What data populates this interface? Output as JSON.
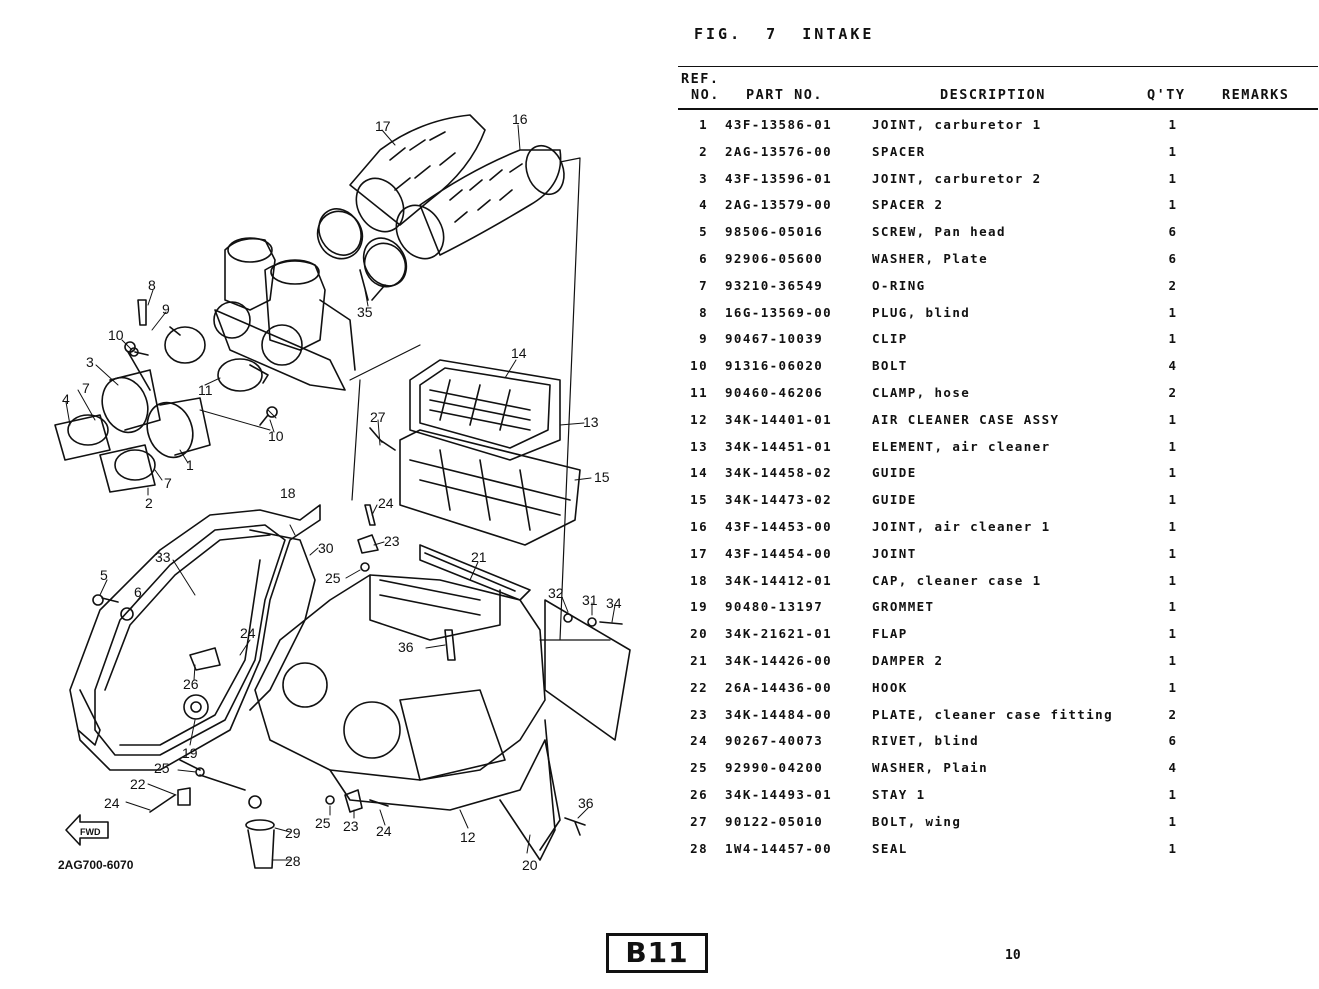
{
  "page": {
    "fig_title": "FIG.  7  INTAKE",
    "drawing_code": "2AG700-6070",
    "page_badge": "B11",
    "page_number": "10"
  },
  "table": {
    "headers": {
      "ref_line1": "REF.",
      "ref_line2": "NO.",
      "part_no": "PART NO.",
      "description": "DESCRIPTION",
      "qty": "Q'TY",
      "remarks": "REMARKS"
    },
    "rows": [
      {
        "ref": "1",
        "part": "43F-13586-01",
        "desc": "JOINT, carburetor 1",
        "qty": "1"
      },
      {
        "ref": "2",
        "part": "2AG-13576-00",
        "desc": "SPACER",
        "qty": "1"
      },
      {
        "ref": "3",
        "part": "43F-13596-01",
        "desc": "JOINT, carburetor 2",
        "qty": "1"
      },
      {
        "ref": "4",
        "part": "2AG-13579-00",
        "desc": "SPACER 2",
        "qty": "1"
      },
      {
        "ref": "5",
        "part": "98506-05016",
        "desc": "SCREW, Pan head",
        "qty": "6"
      },
      {
        "ref": "6",
        "part": "92906-05600",
        "desc": "WASHER, Plate",
        "qty": "6"
      },
      {
        "ref": "7",
        "part": "93210-36549",
        "desc": "O-RING",
        "qty": "2"
      },
      {
        "ref": "8",
        "part": "16G-13569-00",
        "desc": "PLUG, blind",
        "qty": "1"
      },
      {
        "ref": "9",
        "part": "90467-10039",
        "desc": "CLIP",
        "qty": "1"
      },
      {
        "ref": "10",
        "part": "91316-06020",
        "desc": "BOLT",
        "qty": "4"
      },
      {
        "ref": "11",
        "part": "90460-46206",
        "desc": "CLAMP, hose",
        "qty": "2"
      },
      {
        "ref": "12",
        "part": "34K-14401-01",
        "desc": "AIR CLEANER CASE ASSY",
        "qty": "1"
      },
      {
        "ref": "13",
        "part": "34K-14451-01",
        "desc": "ELEMENT, air cleaner",
        "qty": "1"
      },
      {
        "ref": "14",
        "part": "34K-14458-02",
        "desc": "GUIDE",
        "qty": "1"
      },
      {
        "ref": "15",
        "part": "34K-14473-02",
        "desc": "GUIDE",
        "qty": "1"
      },
      {
        "ref": "16",
        "part": "43F-14453-00",
        "desc": "JOINT, air cleaner 1",
        "qty": "1"
      },
      {
        "ref": "17",
        "part": "43F-14454-00",
        "desc": "JOINT",
        "qty": "1"
      },
      {
        "ref": "18",
        "part": "34K-14412-01",
        "desc": "CAP, cleaner case 1",
        "qty": "1"
      },
      {
        "ref": "19",
        "part": "90480-13197",
        "desc": "GROMMET",
        "qty": "1"
      },
      {
        "ref": "20",
        "part": "34K-21621-01",
        "desc": "FLAP",
        "qty": "1"
      },
      {
        "ref": "21",
        "part": "34K-14426-00",
        "desc": "DAMPER 2",
        "qty": "1"
      },
      {
        "ref": "22",
        "part": "26A-14436-00",
        "desc": "HOOK",
        "qty": "1"
      },
      {
        "ref": "23",
        "part": "34K-14484-00",
        "desc": "PLATE, cleaner case fitting",
        "qty": "2"
      },
      {
        "ref": "24",
        "part": "90267-40073",
        "desc": "RIVET, blind",
        "qty": "6"
      },
      {
        "ref": "25",
        "part": "92990-04200",
        "desc": "WASHER, Plain",
        "qty": "4"
      },
      {
        "ref": "26",
        "part": "34K-14493-01",
        "desc": "STAY 1",
        "qty": "1"
      },
      {
        "ref": "27",
        "part": "90122-05010",
        "desc": "BOLT, wing",
        "qty": "1"
      },
      {
        "ref": "28",
        "part": "1W4-14457-00",
        "desc": "SEAL",
        "qty": "1"
      }
    ]
  },
  "diagram": {
    "fwd_label": "FWD",
    "callouts": {
      "c1": "1",
      "c2": "2",
      "c3": "3",
      "c4": "4",
      "c5": "5",
      "c6": "6",
      "c7a": "7",
      "c7b": "7",
      "c8": "8",
      "c9": "9",
      "c10a": "10",
      "c10b": "10",
      "c11": "11",
      "c12": "12",
      "c13": "13",
      "c14": "14",
      "c15": "15",
      "c16": "16",
      "c17": "17",
      "c18": "18",
      "c19": "19",
      "c20": "20",
      "c21": "21",
      "c22": "22",
      "c23a": "23",
      "c23b": "23",
      "c24a": "24",
      "c24b": "24",
      "c24c": "24",
      "c24d": "24",
      "c25a": "25",
      "c25b": "25",
      "c25c": "25",
      "c26": "26",
      "c27": "27",
      "c28": "28",
      "c29": "29",
      "c30": "30",
      "c31": "31",
      "c32": "32",
      "c33": "33",
      "c34": "34",
      "c35": "35",
      "c36a": "36",
      "c36b": "36"
    }
  }
}
